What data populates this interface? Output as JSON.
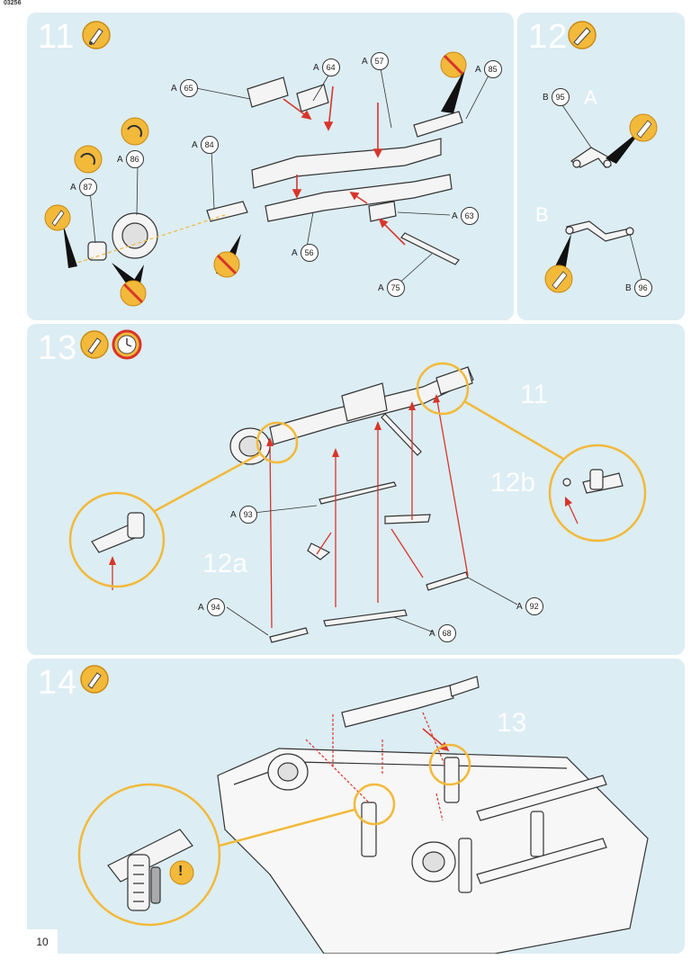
{
  "doc_code": "03256",
  "page_number": "10",
  "steps": {
    "s11": {
      "number": "11",
      "icons": [
        "glue-brush-icon",
        "rotate-icon",
        "no-glue-icon"
      ],
      "callouts": [
        {
          "letter": "A",
          "num": "65"
        },
        {
          "letter": "A",
          "num": "64"
        },
        {
          "letter": "A",
          "num": "57"
        },
        {
          "letter": "A",
          "num": "85"
        },
        {
          "letter": "A",
          "num": "84"
        },
        {
          "letter": "A",
          "num": "86"
        },
        {
          "letter": "A",
          "num": "87"
        },
        {
          "letter": "A",
          "num": "63"
        },
        {
          "letter": "A",
          "num": "56"
        },
        {
          "letter": "A",
          "num": "75"
        }
      ]
    },
    "s12": {
      "number": "12",
      "sub_a": "A",
      "sub_b": "B",
      "callouts": [
        {
          "letter": "B",
          "num": "95"
        },
        {
          "letter": "B",
          "num": "96"
        }
      ]
    },
    "s13": {
      "number": "13",
      "icons": [
        "glue-brush-icon",
        "clock-icon"
      ],
      "ref_11": "11",
      "ref_12a": "12a",
      "ref_12b": "12b",
      "callouts": [
        {
          "letter": "A",
          "num": "93"
        },
        {
          "letter": "A",
          "num": "94"
        },
        {
          "letter": "A",
          "num": "68"
        },
        {
          "letter": "A",
          "num": "92"
        }
      ]
    },
    "s14": {
      "number": "14",
      "icons": [
        "glue-brush-icon",
        "warning-icon"
      ],
      "ref_13": "13",
      "warning_mark": "!"
    }
  },
  "colors": {
    "panel_bg": "#dcedf4",
    "accent": "#f2b93b",
    "arrow": "#d8352a"
  }
}
